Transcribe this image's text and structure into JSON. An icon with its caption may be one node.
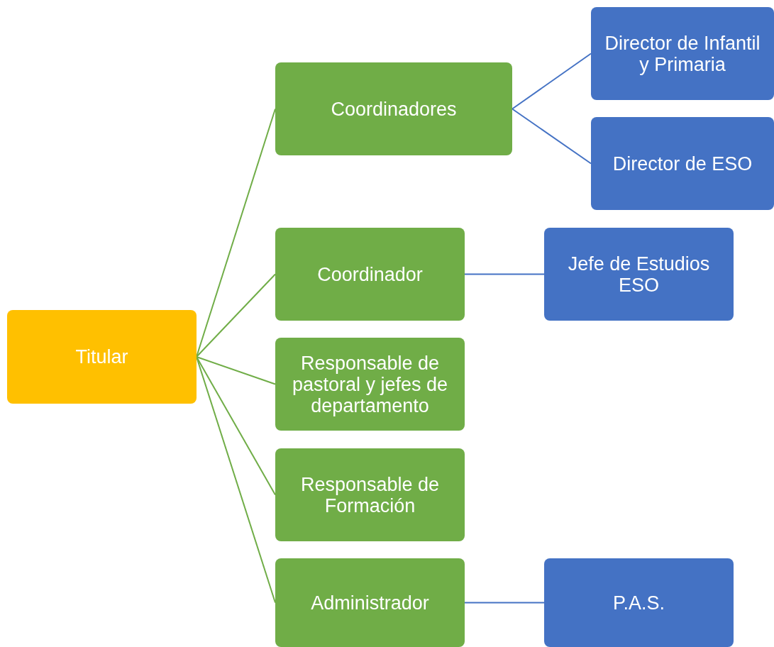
{
  "diagram": {
    "nodes": [
      {
        "text": [
          "Titular"
        ]
      },
      {
        "text": [
          "Coordinadores"
        ]
      },
      {
        "text": [
          "Director de Infantil y Primaria"
        ]
      },
      {
        "text": [
          "Director de ESO"
        ]
      },
      {
        "text": [
          "Coordinador"
        ]
      },
      {
        "text": [
          "Jefe de Estudios ESO"
        ]
      },
      {
        "text": [
          "Responsable de pastoral y jefes de departamento"
        ]
      },
      {
        "text": [
          "Responsable de Formación"
        ]
      },
      {
        "text": [
          "Administrador"
        ]
      },
      {
        "text": [
          "P.A.S."
        ]
      }
    ],
    "edges": [
      {
        "from": 0,
        "to": 1,
        "arrow": "none"
      },
      {
        "from": 1,
        "to": 2,
        "arrow": "none",
        "color": "#4472c4"
      },
      {
        "from": 1,
        "to": 3,
        "arrow": "none",
        "color": "#4472c4"
      },
      {
        "from": 0,
        "to": 4,
        "arrow": "none"
      },
      {
        "from": 4,
        "to": 5,
        "arrow": "none",
        "color": "#4472c4"
      },
      {
        "from": 0,
        "to": 6,
        "arrow": "none"
      },
      {
        "from": 0,
        "to": 7,
        "arrow": "none"
      },
      {
        "from": 0,
        "to": 8,
        "arrow": "none"
      },
      {
        "from": 8,
        "to": 9,
        "arrow": "none",
        "color": "#4472c4"
      }
    ]
  }
}
